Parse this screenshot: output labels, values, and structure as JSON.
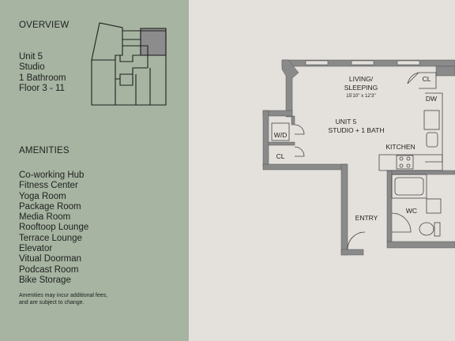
{
  "overview": {
    "heading": "OVERVIEW",
    "unit_lines": [
      "Unit 5",
      "Studio",
      "1 Bathroom",
      "Floor 3 - 11"
    ]
  },
  "amenities": {
    "heading": "AMENITIES",
    "items": [
      "Co-working Hub",
      "Fitness Center",
      "Yoga Room",
      "Package Room",
      "Media Room",
      "Rooftoop Lounge",
      "Terrace Lounge",
      "Elevator",
      "Vitual Doorman",
      "Podcast Room",
      "Bike Storage"
    ],
    "note_lines": [
      "Amenities may incur additional fees,",
      "and are subject to change."
    ]
  },
  "floorplan": {
    "living_line1": "LIVING/",
    "living_line2": "SLEEPING",
    "living_dims": "15'10\" x 12'3\"",
    "unit_line1": "UNIT 5",
    "unit_line2": "STUDIO + 1 BATH",
    "kitchen": "KITCHEN",
    "entry": "ENTRY",
    "wc": "WC",
    "wd": "W/D",
    "cl_top": "CL",
    "cl_left": "CL",
    "dw": "DW"
  },
  "colors": {
    "panel": "#a6b4a1",
    "background": "#e4e1dc",
    "wall": "#8a8a8a",
    "highlight_unit": "#8c8c8c"
  }
}
